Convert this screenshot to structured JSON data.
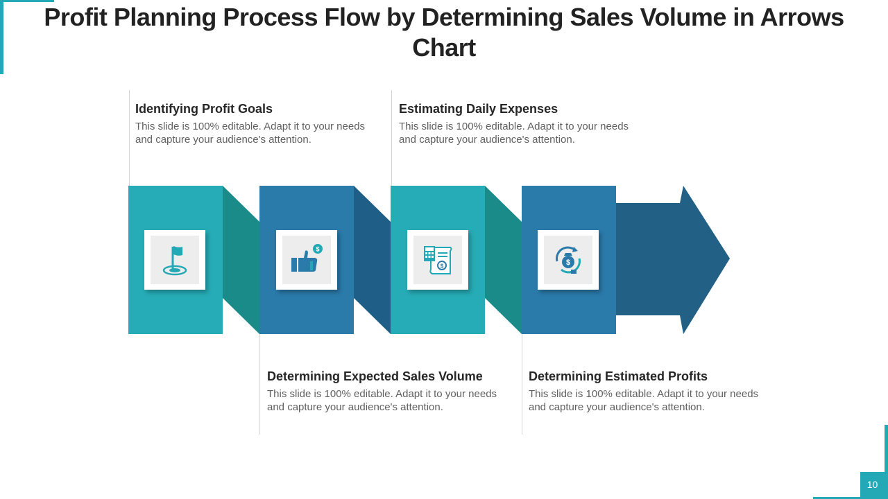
{
  "title": "Profit Planning Process Flow by Determining Sales Volume in Arrows Chart",
  "page_number": "10",
  "colors": {
    "teal": "#26acb6",
    "blue": "#2a7aaa",
    "teal_fold": "#1b8b8a",
    "blue_fold": "#1f5e86",
    "arrow": "#226085",
    "accent": "#22a9b5"
  },
  "steps": [
    {
      "heading": "Identifying Profit Goals",
      "body": "This slide is 100% editable. Adapt it to your needs and capture your audience's attention.",
      "icon": "flag-target-icon"
    },
    {
      "heading": "Determining Expected Sales Volume",
      "body": "This slide is 100% editable. Adapt it to your needs and capture your audience's attention.",
      "icon": "thumbs-up-dollar-icon"
    },
    {
      "heading": "Estimating Daily Expenses",
      "body": "This slide is 100% editable. Adapt it to your needs and capture your audience's attention.",
      "icon": "calculator-receipt-icon"
    },
    {
      "heading": "Determining Estimated Profits",
      "body": "This slide is 100% editable. Adapt it to your needs and capture your audience's attention.",
      "icon": "money-bag-cycle-icon"
    }
  ]
}
